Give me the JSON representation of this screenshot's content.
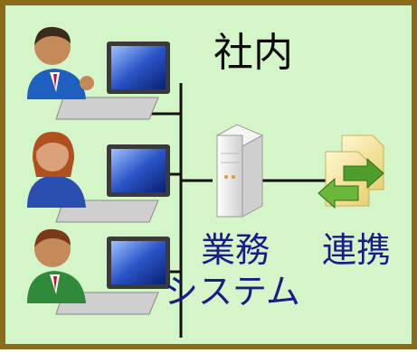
{
  "title": "社内",
  "system_label_line1": "業務",
  "system_label_line2": "システム",
  "link_label": "連携",
  "nodes": [
    {
      "icon": "businessman-laptop-icon"
    },
    {
      "icon": "businesswoman-laptop-icon"
    },
    {
      "icon": "businessman-green-laptop-icon"
    },
    {
      "icon": "server-icon"
    },
    {
      "icon": "document-exchange-icon"
    }
  ],
  "colors": {
    "frame": "#8b6a1a",
    "background": "#d3f5c8",
    "text": "#0a0a0a",
    "line": "#111111",
    "server": "#e9e9e9",
    "arrow": "#4f9d2a",
    "document": "#f4e9a6"
  }
}
